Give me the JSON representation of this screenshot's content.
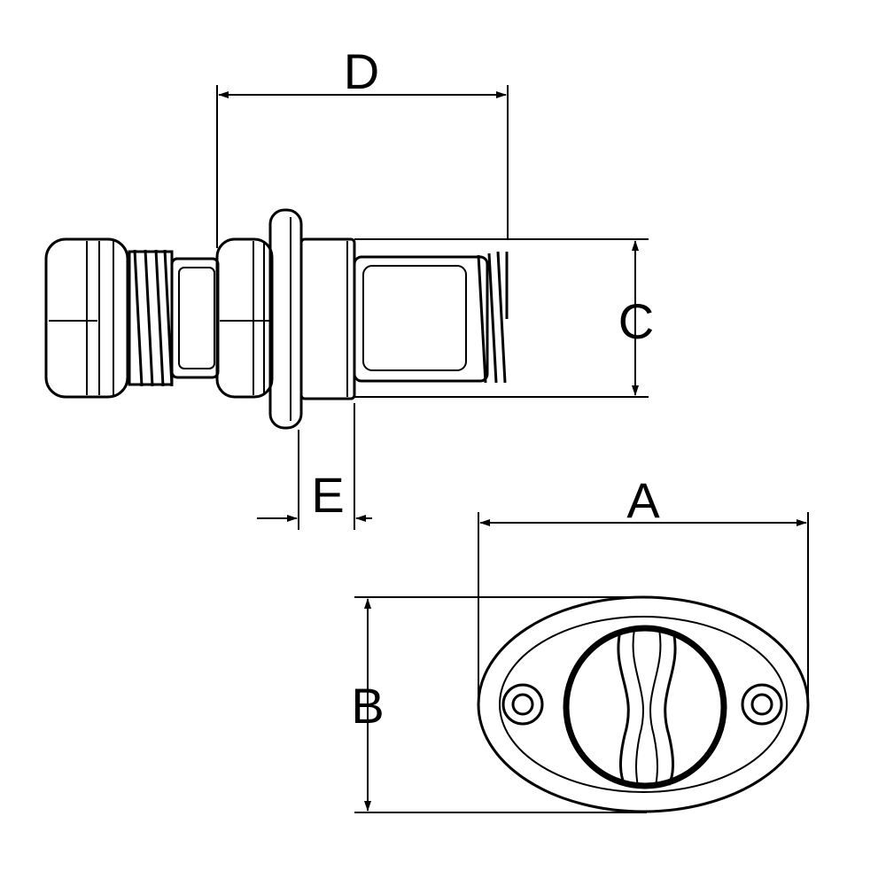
{
  "dimensions": {
    "a": "A",
    "b": "B",
    "c": "C",
    "d": "D",
    "e": "E"
  },
  "colors": {
    "line": "#000000",
    "background": "#ffffff"
  }
}
